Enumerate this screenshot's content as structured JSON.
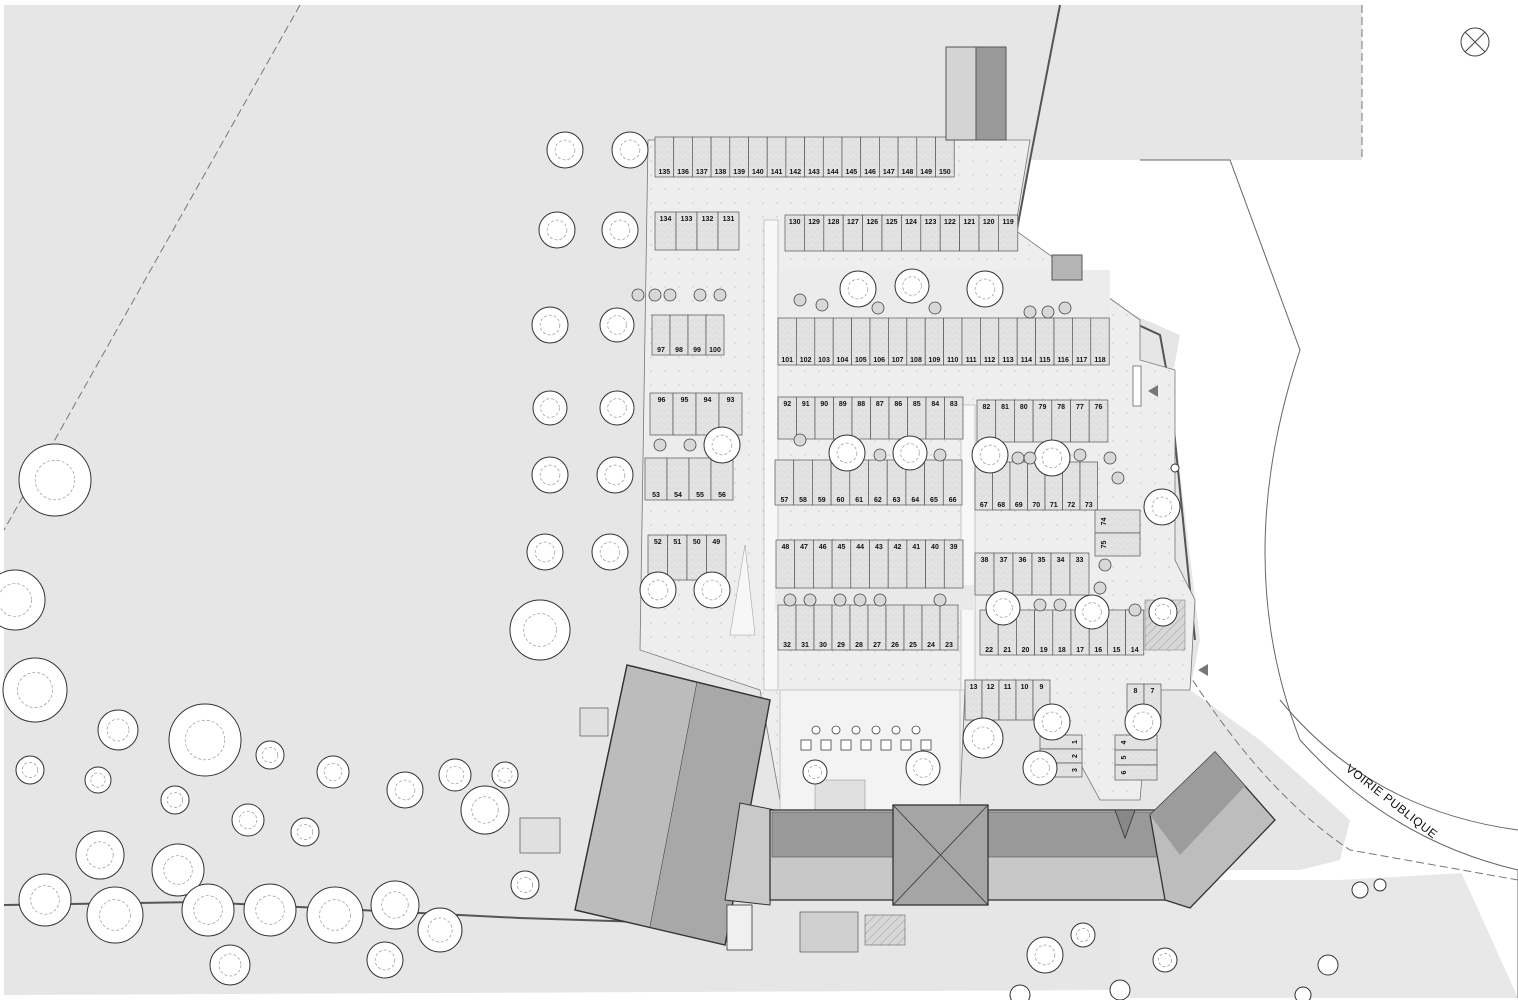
{
  "plan": {
    "street_label": "VOIRIE PUBLIQUE",
    "north_symbol": "north-arrow-icon",
    "colors": {
      "background": "#ffffff",
      "field": "#e6e6e6",
      "parking_surface": "#eeeeee",
      "stall_fill": "#e2e2e2",
      "roof_light": "#bdbdbd",
      "roof_mid": "#a9a9a9",
      "roof_dark": "#8f8f8f",
      "tree_fill": "#ffffff",
      "line": "#444444"
    }
  },
  "parking": {
    "rows": [
      {
        "id": "row-135-150",
        "labels": [
          "135",
          "136",
          "137",
          "138",
          "139",
          "140",
          "141",
          "142",
          "143",
          "144",
          "145",
          "146",
          "147",
          "148",
          "149",
          "150"
        ]
      },
      {
        "id": "row-134-131",
        "labels": [
          "134",
          "133",
          "132",
          "131"
        ]
      },
      {
        "id": "row-130-119",
        "labels": [
          "130",
          "129",
          "128",
          "127",
          "126",
          "125",
          "124",
          "123",
          "122",
          "121",
          "120",
          "119"
        ]
      },
      {
        "id": "row-97-100",
        "labels": [
          "97",
          "98",
          "99",
          "100"
        ]
      },
      {
        "id": "row-101-118",
        "labels": [
          "101",
          "102",
          "103",
          "104",
          "105",
          "106",
          "107",
          "108",
          "109",
          "110",
          "111",
          "112",
          "113",
          "114",
          "115",
          "116",
          "117",
          "118"
        ]
      },
      {
        "id": "row-96-93",
        "labels": [
          "96",
          "95",
          "94",
          "93"
        ]
      },
      {
        "id": "row-92-83",
        "labels": [
          "92",
          "91",
          "90",
          "89",
          "88",
          "87",
          "86",
          "85",
          "84",
          "83"
        ]
      },
      {
        "id": "row-82-76",
        "labels": [
          "82",
          "81",
          "80",
          "79",
          "78",
          "77",
          "76"
        ]
      },
      {
        "id": "row-53-56",
        "labels": [
          "53",
          "54",
          "55",
          "56"
        ]
      },
      {
        "id": "row-57-66",
        "labels": [
          "57",
          "58",
          "59",
          "60",
          "61",
          "62",
          "63",
          "64",
          "65",
          "66"
        ]
      },
      {
        "id": "row-67-73",
        "labels": [
          "67",
          "68",
          "69",
          "70",
          "71",
          "72",
          "73"
        ]
      },
      {
        "id": "row-74-75",
        "labels": [
          "74",
          "75"
        ]
      },
      {
        "id": "row-52-49",
        "labels": [
          "52",
          "51",
          "50",
          "49"
        ]
      },
      {
        "id": "row-48-39",
        "labels": [
          "48",
          "47",
          "46",
          "45",
          "44",
          "43",
          "42",
          "41",
          "40",
          "39"
        ]
      },
      {
        "id": "row-38-33",
        "labels": [
          "38",
          "37",
          "36",
          "35",
          "34",
          "33"
        ]
      },
      {
        "id": "row-32-23",
        "labels": [
          "32",
          "31",
          "30",
          "29",
          "28",
          "27",
          "26",
          "25",
          "24",
          "23"
        ]
      },
      {
        "id": "row-22-14",
        "labels": [
          "22",
          "21",
          "20",
          "19",
          "18",
          "17",
          "16",
          "15",
          "14"
        ]
      },
      {
        "id": "row-13-9",
        "labels": [
          "13",
          "12",
          "11",
          "10",
          "9"
        ]
      },
      {
        "id": "row-8-7",
        "labels": [
          "8",
          "7"
        ]
      },
      {
        "id": "row-1-3",
        "labels": [
          "1",
          "2",
          "3"
        ]
      },
      {
        "id": "row-4-6",
        "labels": [
          "4",
          "5",
          "6"
        ]
      }
    ]
  }
}
